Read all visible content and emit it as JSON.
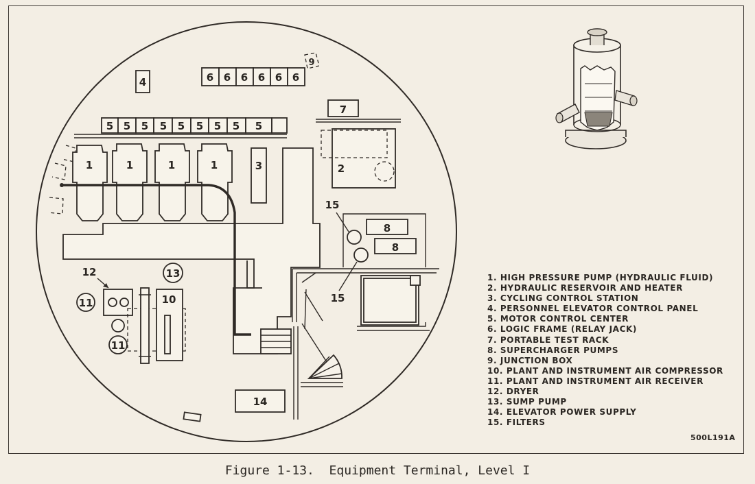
{
  "diagram": {
    "labels": {
      "pump": "1",
      "reservoir": "2",
      "cycling_station": "3",
      "elevator_panel": "4",
      "motor_center": "5",
      "logic_frame": "6",
      "test_rack": "7",
      "supercharger": "8",
      "junction_box": "9",
      "compressor": "10",
      "receiver": "11",
      "dryer": "12",
      "sump_pump": "13",
      "power_supply": "14",
      "filters": "15"
    }
  },
  "legend": [
    "1. HIGH PRESSURE PUMP (HYDRAULIC FLUID)",
    "2. HYDRAULIC RESERVOIR AND HEATER",
    "3. CYCLING CONTROL STATION",
    "4. PERSONNEL ELEVATOR CONTROL PANEL",
    "5. MOTOR CONTROL CENTER",
    "6. LOGIC FRAME (RELAY JACK)",
    "7. PORTABLE TEST RACK",
    "8. SUPERCHARGER PUMPS",
    "9. JUNCTION BOX",
    "10. PLANT AND INSTRUMENT AIR COMPRESSOR",
    "11. PLANT AND INSTRUMENT AIR RECEIVER",
    "12. DRYER",
    "13. SUMP PUMP",
    "14. ELEVATOR POWER SUPPLY",
    "15. FILTERS"
  ],
  "figure_id": "500L191A",
  "caption": "Figure 1-13.  Equipment Terminal, Level I"
}
